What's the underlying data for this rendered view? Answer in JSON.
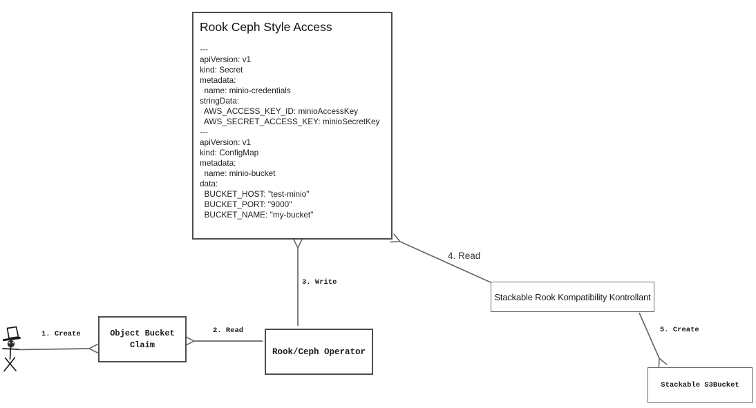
{
  "nodes": {
    "rook_ceph_style_access": {
      "title": "Rook Ceph Style Access",
      "yaml": "---\napiVersion: v1\nkind: Secret\nmetadata:\n  name: minio-credentials\nstringData:\n  AWS_ACCESS_KEY_ID: minioAccessKey\n  AWS_SECRET_ACCESS_KEY: minioSecretKey\n---\napiVersion: v1\nkind: ConfigMap\nmetadata:\n  name: minio-bucket\ndata:\n  BUCKET_HOST: \"test-minio\"\n  BUCKET_PORT: \"9000\"\n  BUCKET_NAME: \"my-bucket\""
    },
    "object_bucket_claim": {
      "label": "Object Bucket\nClaim"
    },
    "rook_ceph_operator": {
      "label": "Rook/Ceph Operator"
    },
    "stackable_rook_kompatibility_kontrollant": {
      "label": "Stackable Rook Kompatibility Kontrollant"
    },
    "stackable_s3bucket": {
      "label": "Stackable S3Bucket"
    }
  },
  "edges": [
    {
      "label": "1. Create",
      "from": "user-actor",
      "to": "object_bucket_claim"
    },
    {
      "label": "2. Read",
      "from": "rook_ceph_operator",
      "to": "object_bucket_claim"
    },
    {
      "label": "3. Write",
      "from": "rook_ceph_operator",
      "to": "rook_ceph_style_access"
    },
    {
      "label": "4. Read",
      "from": "stackable_rook_kompatibility_kontrollant",
      "to": "rook_ceph_style_access"
    },
    {
      "label": "5. Create",
      "from": "stackable_rook_kompatibility_kontrollant",
      "to": "stackable_s3bucket"
    }
  ],
  "actor": {
    "name": "user-stick-figure-with-top-hat"
  },
  "colors": {
    "background": "#ffffff",
    "box_border_dark": "#4d4d4d",
    "box_border_light": "#666666",
    "arrow": "#666666",
    "text": "#1a1a1a"
  }
}
